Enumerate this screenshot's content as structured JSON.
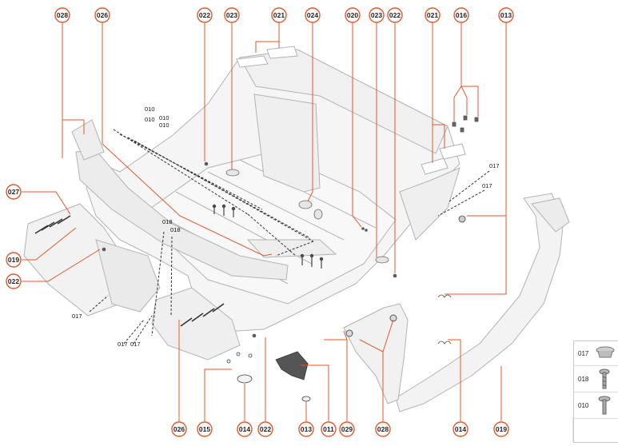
{
  "diagram": {
    "callouts_top": [
      "028",
      "026",
      "022",
      "023",
      "021",
      "024",
      "020",
      "023",
      "022",
      "021",
      "016",
      "013"
    ],
    "callouts_left": [
      "027",
      "019",
      "022"
    ],
    "callouts_bottom": [
      "026",
      "015",
      "014",
      "022",
      "013",
      "011",
      "029",
      "028",
      "014",
      "019"
    ],
    "fastener_labels": {
      "f010_a": "010",
      "f010_b": "010",
      "f010_c": "010",
      "f010_d": "010",
      "f018_a": "018",
      "f018_b": "018",
      "f017_right_a": "017",
      "f017_right_b": "017",
      "f017_left": "017",
      "f017_bottom_a": "017",
      "f017_bottom_b": "017"
    }
  },
  "legend": {
    "items": [
      {
        "code": "017",
        "icon": "push-clip-icon"
      },
      {
        "code": "018",
        "icon": "screw-icon"
      },
      {
        "code": "010",
        "icon": "rivet-icon"
      }
    ]
  },
  "colors": {
    "accent": "#e2582a",
    "line": "#444444",
    "part_fill": "#f4f4f4",
    "part_stroke": "#b5b5b5"
  }
}
